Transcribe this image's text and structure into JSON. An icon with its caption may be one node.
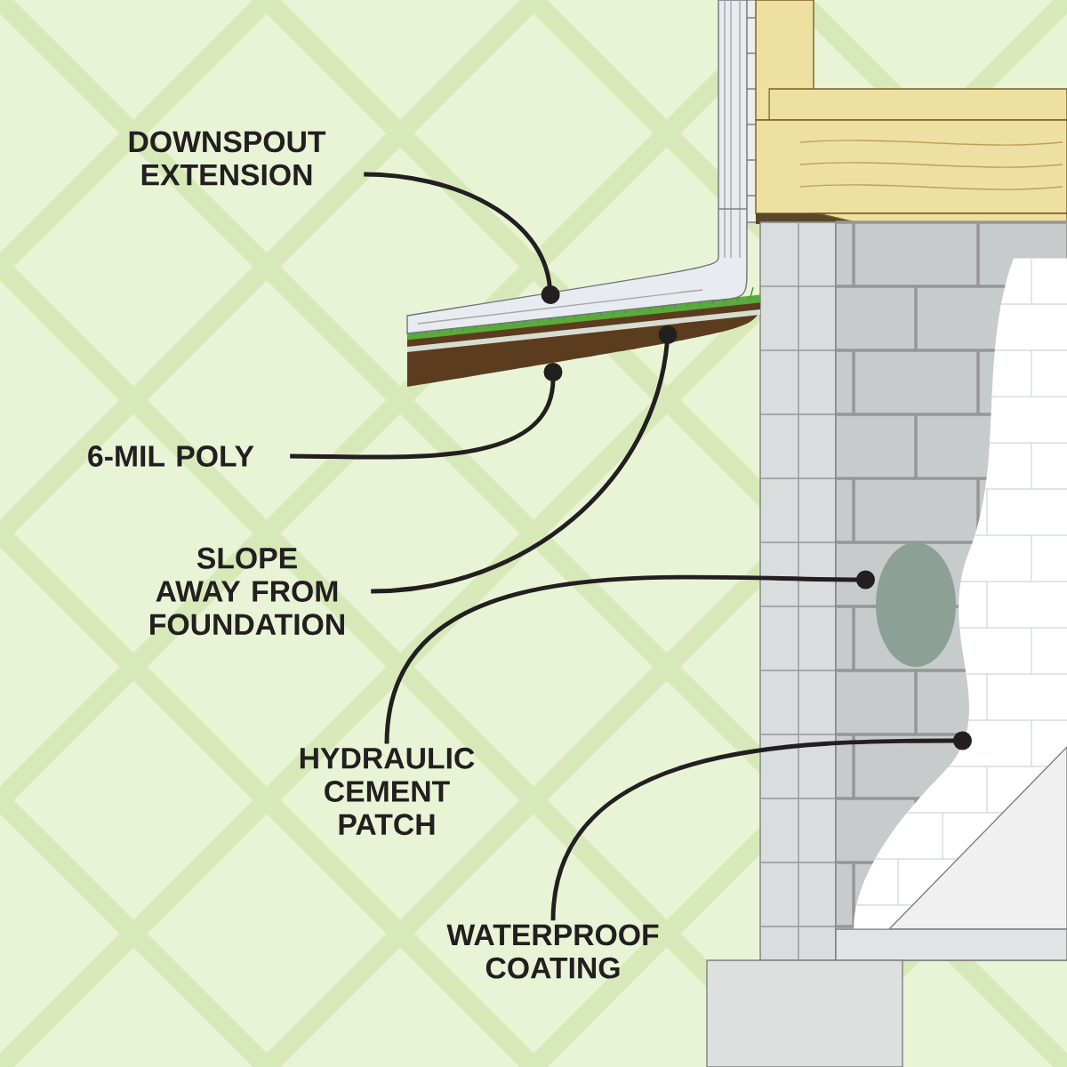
{
  "diagram": {
    "nodes": [
      {
        "text": [
          "DOWNSPOUT EXTENSION"
        ]
      },
      {
        "text": [
          "6-MIL POLY"
        ]
      },
      {
        "text": [
          "SLOPE AWAY FROM FOUNDATION"
        ]
      },
      {
        "text": [
          "HYDRAULIC CEMENT PATCH"
        ]
      },
      {
        "text": [
          "WATERPROOF COATING"
        ]
      }
    ],
    "edges": [
      {
        "from": 0,
        "to": null,
        "arrow": "other"
      },
      {
        "from": 1,
        "to": null,
        "arrow": "other"
      },
      {
        "from": 2,
        "to": null,
        "arrow": "other"
      },
      {
        "from": 3,
        "to": null,
        "arrow": "other"
      },
      {
        "from": 4,
        "to": null,
        "arrow": "other"
      }
    ]
  }
}
